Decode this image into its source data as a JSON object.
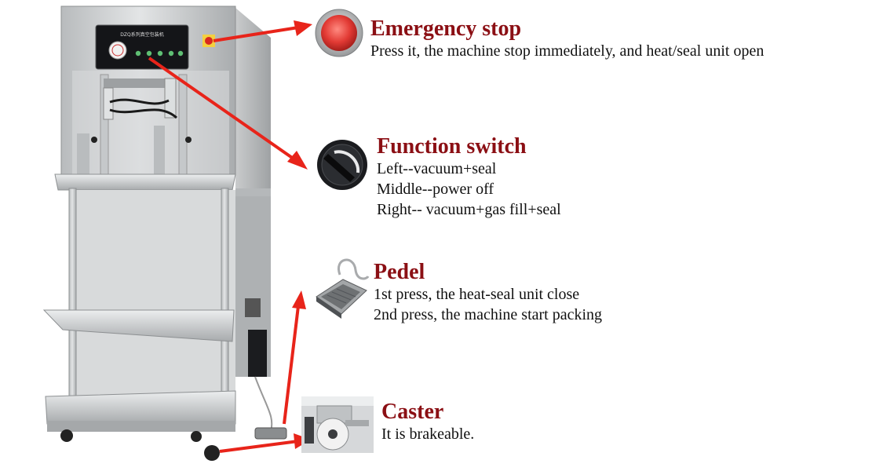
{
  "panel_label": "DZQ系列真空包装机",
  "features": [
    {
      "title": "Emergency stop",
      "lines": [
        "Press it, the machine stop immediately, and heat/seal unit open"
      ]
    },
    {
      "title": "Function switch",
      "lines": [
        "Left--vacuum+seal",
        "Middle--power off",
        "Right-- vacuum+gas fill+seal"
      ]
    },
    {
      "title": "Pedel",
      "lines": [
        "1st press, the heat-seal unit close",
        "2nd press, the machine start packing"
      ]
    },
    {
      "title": "Caster",
      "lines": [
        "It is brakeable."
      ]
    }
  ],
  "colors": {
    "title": "#8b0f14",
    "arrow": "#e8241a",
    "steel": "#c9ccce",
    "button_red": "#e23a34"
  },
  "icons": [
    "emergency-stop-icon",
    "rotary-switch-icon",
    "foot-pedal-icon",
    "caster-wheel-icon"
  ]
}
